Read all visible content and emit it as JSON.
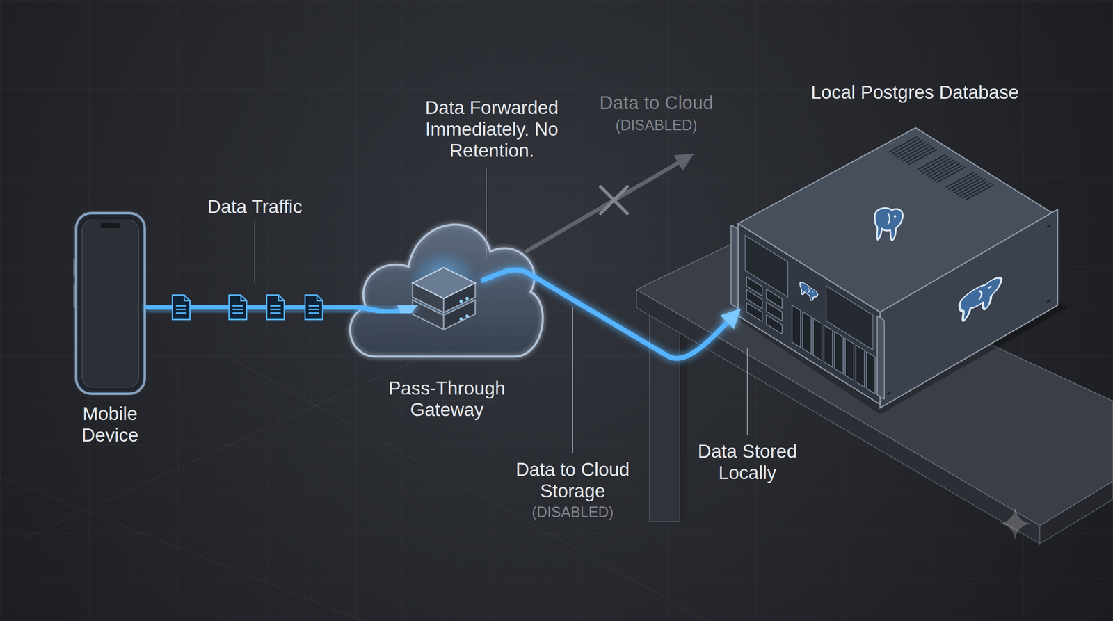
{
  "diagram": {
    "nodes": [
      {
        "text": [
          "Mobile Device"
        ]
      },
      {
        "text": [
          "Pass-Through Gateway"
        ]
      },
      {
        "text": [
          "Local Postgres Database"
        ]
      }
    ],
    "edges": [
      {
        "from": 0,
        "to": 1,
        "label": "Data Traffic",
        "arrow": "to"
      },
      {
        "from": 1,
        "to": 2,
        "arrow": "to"
      }
    ],
    "labels": [
      "Data Forwarded Immediately. No Retention.",
      "Data to Cloud",
      "(DISABLED)",
      "Data to Cloud Storage",
      "(DISABLED)",
      "Data Stored Locally"
    ]
  }
}
